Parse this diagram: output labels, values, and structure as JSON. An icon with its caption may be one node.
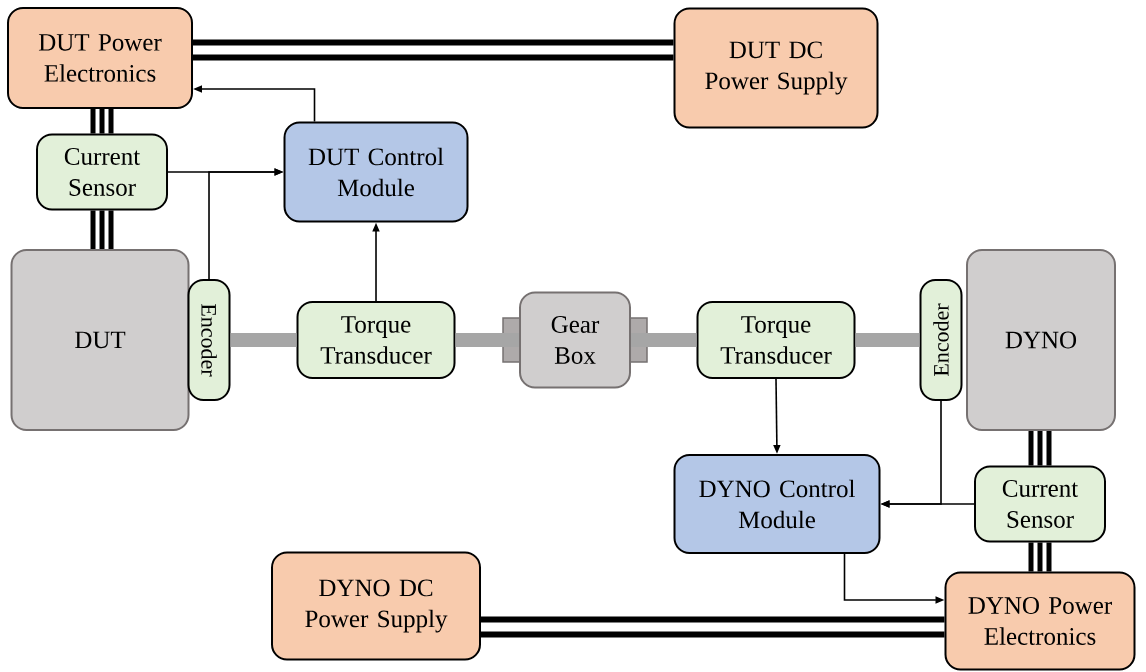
{
  "diagram": {
    "nodes": [
      {
        "text": [
          "DUT Power Electronics"
        ]
      },
      {
        "text": [
          "DUT DC Power Supply"
        ]
      },
      {
        "text": [
          "Current Sensor"
        ]
      },
      {
        "text": [
          "DUT Control Module"
        ]
      },
      {
        "text": [
          "DUT"
        ]
      },
      {
        "text": [
          "Encoder"
        ]
      },
      {
        "text": [
          "Torque Transducer"
        ]
      },
      {
        "text": [
          "Gear Box"
        ]
      },
      {
        "text": [
          "Torque Transducer"
        ]
      },
      {
        "text": [
          "Encoder"
        ]
      },
      {
        "text": [
          "DYNO"
        ]
      },
      {
        "text": [
          "DYNO Control Module"
        ]
      },
      {
        "text": [
          "Current Sensor"
        ]
      },
      {
        "text": [
          "DYNO DC Power Supply"
        ]
      },
      {
        "text": [
          "DYNO Power Electronics"
        ]
      }
    ],
    "edges": [
      {
        "from": 0,
        "to": 1,
        "arrow": "none"
      },
      {
        "from": 0,
        "to": 2,
        "arrow": "none"
      },
      {
        "from": 2,
        "to": 4,
        "arrow": "none"
      },
      {
        "from": 2,
        "to": 3,
        "arrow": "to"
      },
      {
        "from": 5,
        "to": 3,
        "arrow": "to"
      },
      {
        "from": 3,
        "to": 0,
        "arrow": "to"
      },
      {
        "from": 6,
        "to": 3,
        "arrow": "to"
      },
      {
        "from": 5,
        "to": 6,
        "arrow": "none",
        "style": "thick",
        "color": "#a6a6a6"
      },
      {
        "from": 6,
        "to": 7,
        "arrow": "none",
        "style": "thick",
        "color": "#a6a6a6"
      },
      {
        "from": 7,
        "to": 8,
        "arrow": "none",
        "style": "thick",
        "color": "#a6a6a6"
      },
      {
        "from": 8,
        "to": 9,
        "arrow": "none",
        "style": "thick",
        "color": "#a6a6a6"
      },
      {
        "from": 8,
        "to": 11,
        "arrow": "to"
      },
      {
        "from": 12,
        "to": 11,
        "arrow": "to"
      },
      {
        "from": 9,
        "to": 11,
        "arrow": "to"
      },
      {
        "from": 11,
        "to": 14,
        "arrow": "to"
      },
      {
        "from": 10,
        "to": 12,
        "arrow": "none"
      },
      {
        "from": 12,
        "to": 14,
        "arrow": "none"
      },
      {
        "from": 13,
        "to": 14,
        "arrow": "none"
      }
    ]
  }
}
